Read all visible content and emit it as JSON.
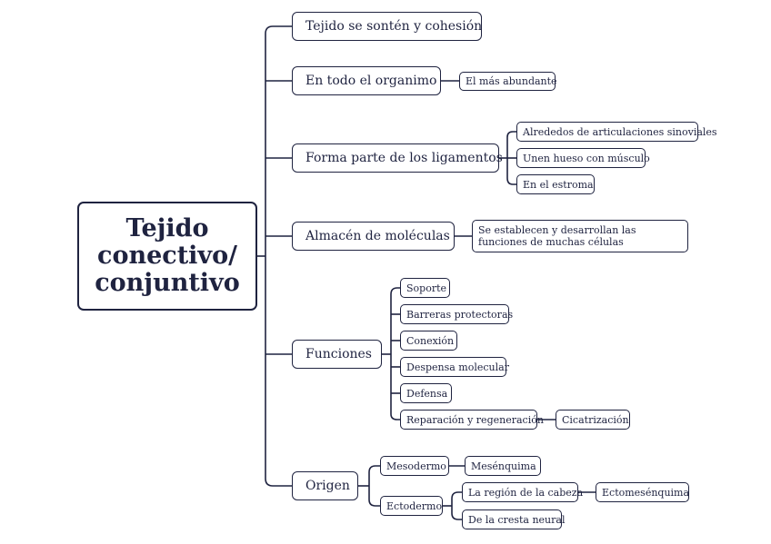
{
  "root": {
    "line1": "Tejido",
    "line2": "conectivo/",
    "line3": "conjuntivo"
  },
  "branches": {
    "sosten": {
      "label": "Tejido se sontén y cohesión"
    },
    "organismo": {
      "label": "En todo el organimo",
      "children": [
        "El más abundante"
      ]
    },
    "ligamentos": {
      "label": "Forma parte de los ligamentos",
      "children": [
        "Alrededos de articulaciones sinoviales",
        "Unen hueso con músculo",
        "En el estroma"
      ]
    },
    "almacen": {
      "label": "Almacén de moléculas",
      "children": [
        "Se establecen y desarrollan las funciones de muchas células"
      ]
    },
    "funciones": {
      "label": "Funciones",
      "children": [
        "Soporte",
        "Barreras protectoras",
        "Conexión",
        "Despensa molecular",
        "Defensa",
        "Reparación y regeneración"
      ],
      "reparacion_child": "Cicatrización"
    },
    "origen": {
      "label": "Origen",
      "mesodermo": {
        "label": "Mesodermo",
        "child": "Mesénquima"
      },
      "ectodermo": {
        "label": "Ectodermo",
        "children": [
          "La región de la cabeza",
          "De la cresta neural"
        ],
        "cabeza_child": "Ectomesénquima"
      }
    }
  }
}
